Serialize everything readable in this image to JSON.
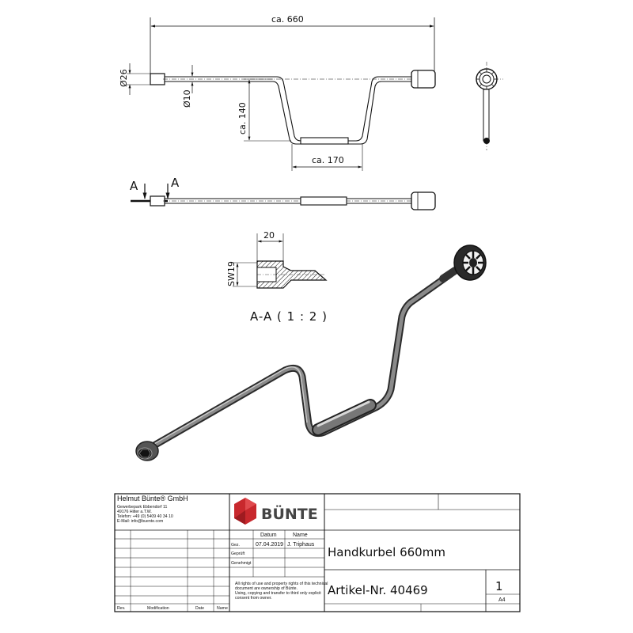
{
  "drawing": {
    "dim_overall_length": "ca. 660",
    "dim_knob_diameter": "Ø26",
    "dim_rod_diameter": "Ø10",
    "dim_offset": "ca. 140",
    "dim_grip_length": "ca. 170",
    "section_marker_left": "A",
    "section_marker_right": "A",
    "dim_section_width": "20",
    "dim_section_sw": "SW19",
    "section_caption": "A-A ( 1 : 2 )"
  },
  "title_block": {
    "company_name": "Helmut Bünte® GmbH",
    "address_line_1": "Gewerbepark Ebbendorf 11",
    "address_line_2": "49176 Hilter a.T.W.",
    "address_line_3": "Telefon: +49 (0) 5409 40 34 10",
    "address_line_4": "E-Mail: info@buente.com",
    "logo_text": "BÜNTE",
    "col_datum": "Datum",
    "col_name": "Name",
    "row_gez": "Gez.",
    "row_geprueft": "Geprüft",
    "row_genehmigt": "Genehmigt",
    "gez_date": "07.04.2019",
    "gez_name": "J. Triphaus",
    "rights_line_1": "All rights of use and property rights of this technical",
    "rights_line_2": "document are ownership of Bünte.",
    "rights_line_3": "Using, copying and transfer to third only explicit",
    "rights_line_4": "consent from owner.",
    "part_title": "Handkurbel 660mm",
    "article_number": "Artikel-Nr. 40469",
    "sheet_number": "1",
    "paper_format": "A4",
    "footer_rev": "Rev.",
    "footer_modification": "Modification",
    "footer_date": "Date",
    "footer_name": "Name",
    "logo_color": "#c8282d"
  }
}
